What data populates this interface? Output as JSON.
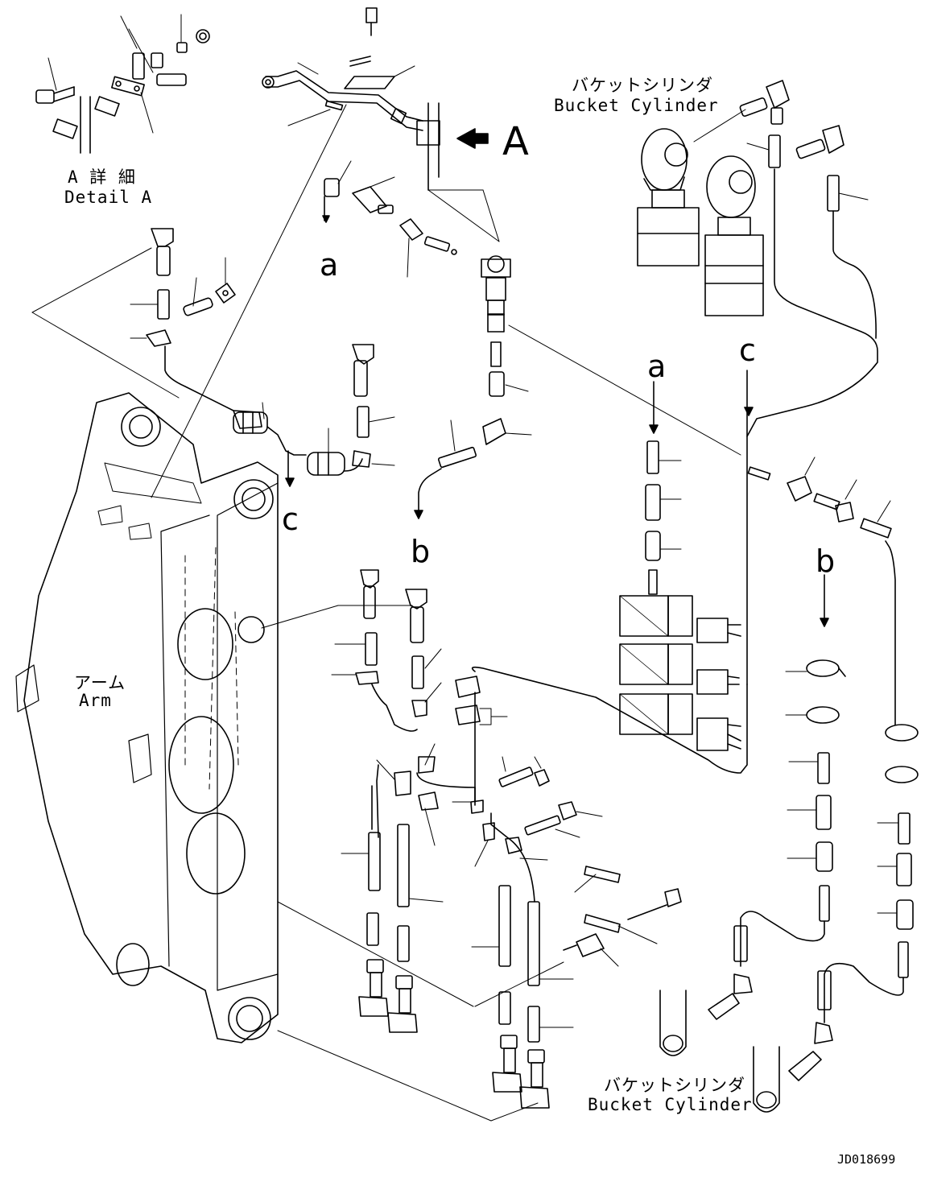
{
  "detail_view": {
    "title_jp": "A 詳 細",
    "title_en": "Detail A",
    "view_marker": "A"
  },
  "callouts": {
    "a1": "a",
    "a2": "a",
    "b1": "b",
    "b2": "b",
    "c1": "c",
    "c2": "c"
  },
  "labels": {
    "bucket_cylinder_top_jp": "バケットシリンダ",
    "bucket_cylinder_top_en": "Bucket Cylinder",
    "arm_jp": "アーム",
    "arm_en": "Arm",
    "bucket_cylinder_bottom_jp": "バケットシリンダ",
    "bucket_cylinder_bottom_en": "Bucket Cylinder"
  },
  "drawing_number": "JD018699"
}
